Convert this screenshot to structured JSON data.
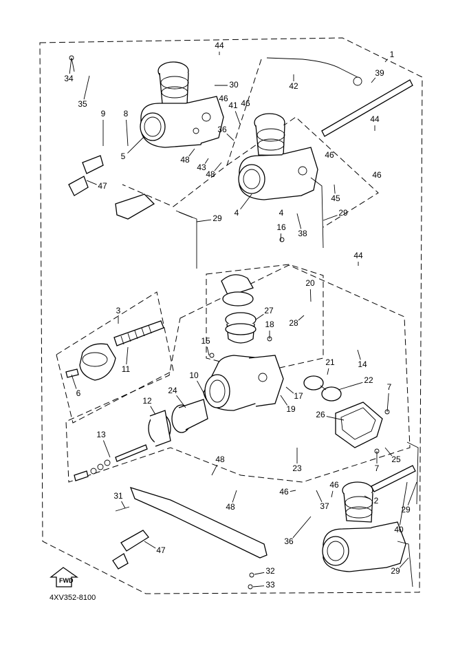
{
  "diagram": {
    "code": "4XV352-8100",
    "direction_label": "FWD",
    "callouts": [
      {
        "id": "c1",
        "text": "1"
      },
      {
        "id": "c2",
        "text": "2"
      },
      {
        "id": "c3",
        "text": "3"
      },
      {
        "id": "c4a",
        "text": "4"
      },
      {
        "id": "c4b",
        "text": "4"
      },
      {
        "id": "c5",
        "text": "5"
      },
      {
        "id": "c6",
        "text": "6"
      },
      {
        "id": "c7a",
        "text": "7"
      },
      {
        "id": "c7b",
        "text": "7"
      },
      {
        "id": "c8",
        "text": "8"
      },
      {
        "id": "c9",
        "text": "9"
      },
      {
        "id": "c10",
        "text": "10"
      },
      {
        "id": "c11",
        "text": "11"
      },
      {
        "id": "c12",
        "text": "12"
      },
      {
        "id": "c13",
        "text": "13"
      },
      {
        "id": "c14",
        "text": "14"
      },
      {
        "id": "c15",
        "text": "15"
      },
      {
        "id": "c16",
        "text": "16"
      },
      {
        "id": "c17",
        "text": "17"
      },
      {
        "id": "c18",
        "text": "18"
      },
      {
        "id": "c19",
        "text": "19"
      },
      {
        "id": "c20",
        "text": "20"
      },
      {
        "id": "c21",
        "text": "21"
      },
      {
        "id": "c22",
        "text": "22"
      },
      {
        "id": "c23",
        "text": "23"
      },
      {
        "id": "c24",
        "text": "24"
      },
      {
        "id": "c25",
        "text": "25"
      },
      {
        "id": "c26",
        "text": "26"
      },
      {
        "id": "c27",
        "text": "27"
      },
      {
        "id": "c28",
        "text": "28"
      },
      {
        "id": "c29a",
        "text": "29"
      },
      {
        "id": "c29b",
        "text": "29"
      },
      {
        "id": "c29c",
        "text": "29"
      },
      {
        "id": "c29d",
        "text": "29"
      },
      {
        "id": "c30",
        "text": "30"
      },
      {
        "id": "c31",
        "text": "31"
      },
      {
        "id": "c32",
        "text": "32"
      },
      {
        "id": "c33",
        "text": "33"
      },
      {
        "id": "c34",
        "text": "34"
      },
      {
        "id": "c35",
        "text": "35"
      },
      {
        "id": "c36a",
        "text": "36"
      },
      {
        "id": "c36b",
        "text": "36"
      },
      {
        "id": "c37",
        "text": "37"
      },
      {
        "id": "c38",
        "text": "38"
      },
      {
        "id": "c39",
        "text": "39"
      },
      {
        "id": "c40",
        "text": "40"
      },
      {
        "id": "c41",
        "text": "41"
      },
      {
        "id": "c42",
        "text": "42"
      },
      {
        "id": "c43",
        "text": "43"
      },
      {
        "id": "c44a",
        "text": "44"
      },
      {
        "id": "c44b",
        "text": "44"
      },
      {
        "id": "c44c",
        "text": "44"
      },
      {
        "id": "c45",
        "text": "45"
      },
      {
        "id": "c46a",
        "text": "46"
      },
      {
        "id": "c46b",
        "text": "46"
      },
      {
        "id": "c46c",
        "text": "46"
      },
      {
        "id": "c46d",
        "text": "46"
      },
      {
        "id": "c46e",
        "text": "46"
      },
      {
        "id": "c46f",
        "text": "46"
      },
      {
        "id": "c47a",
        "text": "47"
      },
      {
        "id": "c47b",
        "text": "47"
      },
      {
        "id": "c48a",
        "text": "48"
      },
      {
        "id": "c48b",
        "text": "48"
      },
      {
        "id": "c48c",
        "text": "48"
      },
      {
        "id": "c48d",
        "text": "48"
      }
    ]
  }
}
